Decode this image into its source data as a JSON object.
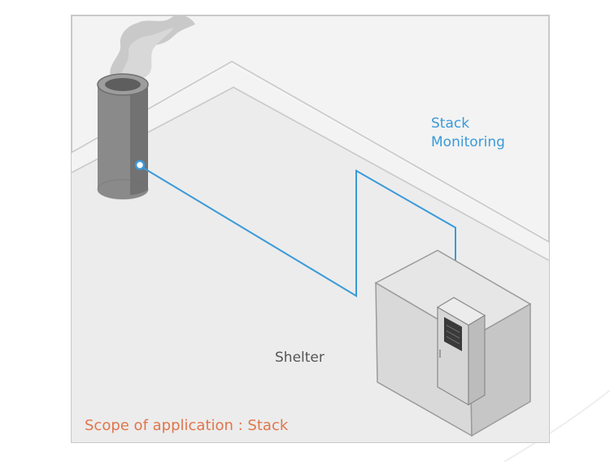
{
  "labels": {
    "stack_monitoring_line1": "Stack",
    "stack_monitoring_line2": "Monitoring",
    "shelter": "Shelter",
    "scope": "Scope of application : Stack"
  },
  "colors": {
    "frame_border": "#c9c9c9",
    "floor": "#ececec",
    "wall_line": "#bfbfbf",
    "stack_body": "#8a8a8a",
    "stack_shadow": "#6c6c6c",
    "smoke": "#c6c6c6",
    "cable": "#3a9ad9",
    "shelter_front": "#d9d9d9",
    "shelter_side": "#c4c4c4",
    "shelter_top": "#e7e7e7",
    "analyzer": "#dadada",
    "analyzer_screen": "#3a3a3a",
    "shelter_label": "#555555",
    "scope_label": "#e0764a",
    "monitoring_label": "#3a9ad9"
  },
  "icons": {
    "stack": "chimney-stack-icon",
    "smoke": "smoke-plume-icon",
    "sample_point": "sample-probe-icon",
    "shelter": "shelter-building-icon",
    "analyzer": "analyzer-cabinet-icon"
  }
}
